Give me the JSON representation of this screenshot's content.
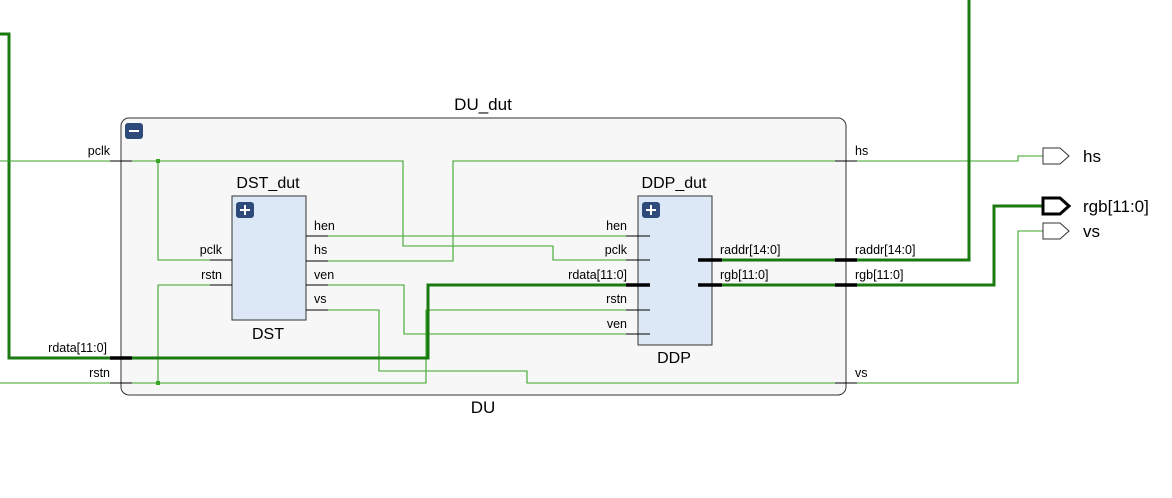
{
  "hier_block": {
    "instance": "DU_dut",
    "module": "DU",
    "ports_left": {
      "pclk": "pclk",
      "rdata": "rdata[11:0]",
      "rstn": "rstn"
    },
    "ports_right": {
      "hs": "hs",
      "raddr": "raddr[14:0]",
      "rgb": "rgb[11:0]",
      "vs": "vs"
    }
  },
  "dst": {
    "instance": "DST_dut",
    "module": "DST",
    "in": {
      "pclk": "pclk",
      "rstn": "rstn"
    },
    "out": {
      "hen": "hen",
      "hs": "hs",
      "ven": "ven",
      "vs": "vs"
    }
  },
  "ddp": {
    "instance": "DDP_dut",
    "module": "DDP",
    "in": {
      "hen": "hen",
      "pclk": "pclk",
      "rdata": "rdata[11:0]",
      "rstn": "rstn",
      "ven": "ven"
    },
    "out": {
      "raddr": "raddr[14:0]",
      "rgb": "rgb[11:0]"
    }
  },
  "top_ports": {
    "hs": "hs",
    "rgb": "rgb[11:0]",
    "vs": "vs"
  },
  "icons": {
    "collapse": "minus-icon",
    "expand": "plus-icon"
  },
  "colors": {
    "wire": "#3ba52a",
    "bus": "#1a7a10",
    "block_fill": "#dce8f6",
    "hier_fill": "#f7f7f7",
    "button": "#2e4a7a"
  }
}
